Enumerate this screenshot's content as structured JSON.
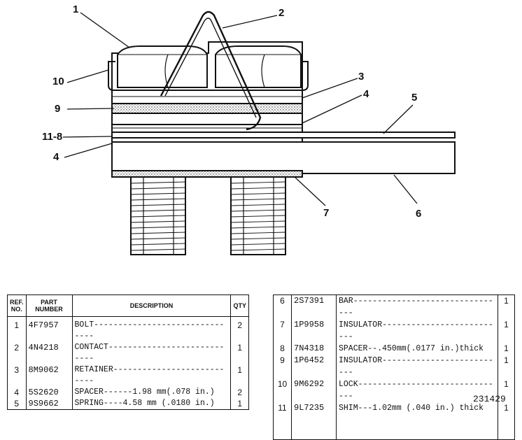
{
  "callouts": {
    "c1": "1",
    "c2": "2",
    "c3": "3",
    "c4": "4",
    "c5": "5",
    "c6": "6",
    "c7": "7",
    "c9": "9",
    "c10": "10",
    "c118": "11-8",
    "c4b": "4"
  },
  "left_table": {
    "headers": {
      "ref": "REF. NO.",
      "part": "PART NUMBER",
      "desc": "DESCRIPTION",
      "qty": "QTY"
    },
    "rows": [
      {
        "ref": "1",
        "part": "4F7957",
        "desc": "BOLT-------------------------------",
        "qty": "2"
      },
      {
        "ref": "2",
        "part": "4N4218",
        "desc": "CONTACT----------------------------",
        "qty": "1"
      },
      {
        "ref": "3",
        "part": "8M9062",
        "desc": "RETAINER---------------------------",
        "qty": "1"
      },
      {
        "ref": "4",
        "part": "5S2620",
        "desc": "SPACER------1.98 mm(.078 in.)",
        "qty": "2"
      },
      {
        "ref": "5",
        "part": "9S9662",
        "desc": "SPRING----4.58 mm (.0180 in.)",
        "qty": "1"
      }
    ]
  },
  "right_table": {
    "rows": [
      {
        "ref": "6",
        "part": "2S7391",
        "desc": "BAR--------------------------------",
        "qty": "1"
      },
      {
        "ref": "7",
        "part": "1P9958",
        "desc": "INSULATOR--------------------------",
        "qty": "1"
      },
      {
        "ref": "8",
        "part": "7N4318",
        "desc": "SPACER--.450mm(.0177 in.)thick",
        "qty": "1"
      },
      {
        "ref": "9",
        "part": "1P6452",
        "desc": "INSULATOR--------------------------",
        "qty": "1"
      },
      {
        "ref": "10",
        "part": "9M6292",
        "desc": "LOCK-------------------------------",
        "qty": "1"
      },
      {
        "ref": "11",
        "part": "9L7235",
        "desc": "SHIM---1.02mm (.040 in.) thick",
        "qty": "1"
      }
    ]
  },
  "figure_id": "231429"
}
